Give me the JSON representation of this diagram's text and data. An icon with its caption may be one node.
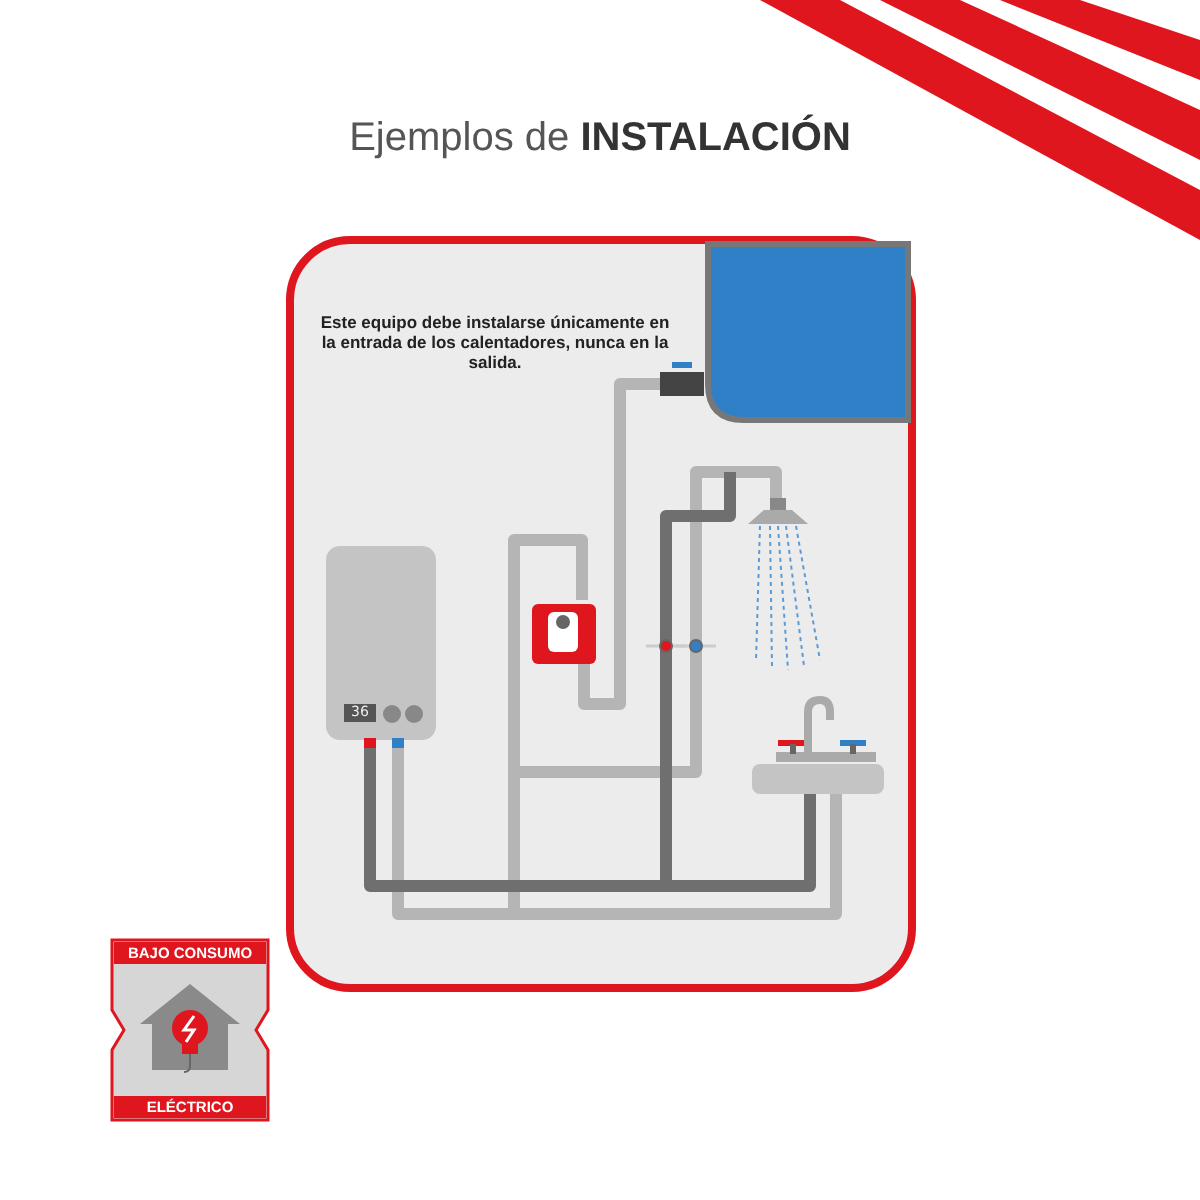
{
  "diagram": {
    "title": "Ejemplos de **INSTALACIÓN**",
    "labels": [
      "Este equipo debe instalarse únicamente en la entrada de los calentadores, nunca en la salida.",
      "36",
      "BAJO CONSUMO",
      "ELÉCTRICO"
    ]
  }
}
